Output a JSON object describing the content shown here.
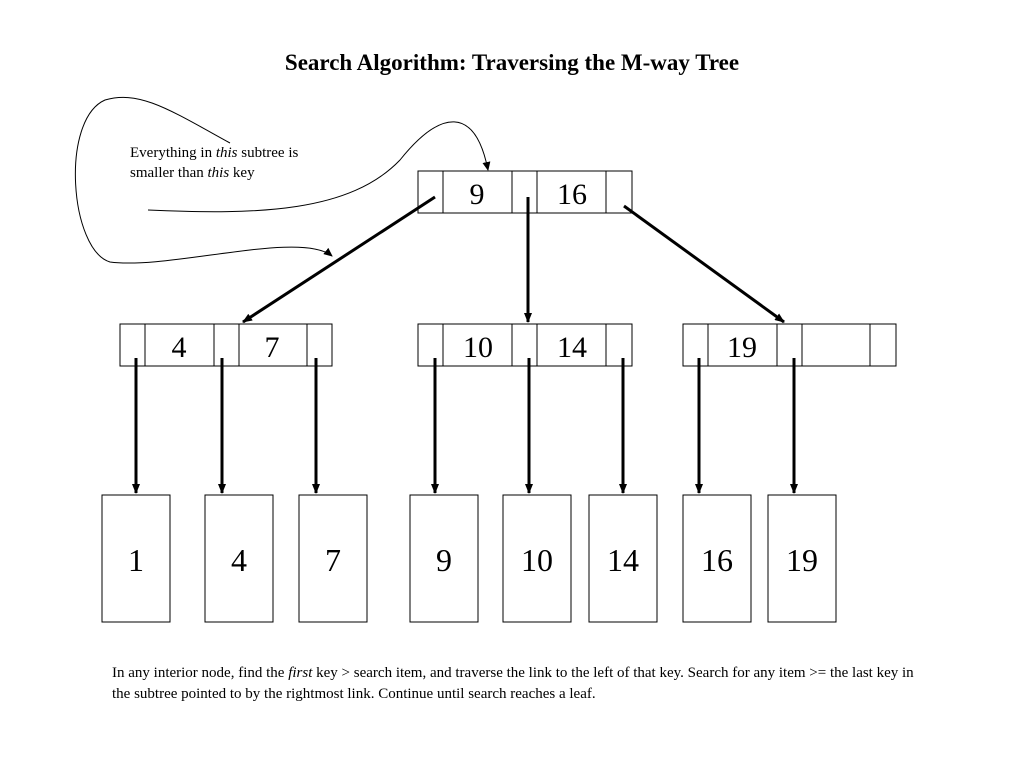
{
  "title": "Search Algorithm: Traversing the M-way Tree",
  "annotation": {
    "part1": "Everything in ",
    "em1": "this",
    "part2": " subtree is smaller than ",
    "em2": "this",
    "part3": " key"
  },
  "root": {
    "keys": [
      "9",
      "16"
    ]
  },
  "interior": [
    {
      "keys": [
        "4",
        "7"
      ]
    },
    {
      "keys": [
        "10",
        "14"
      ]
    },
    {
      "keys": [
        "19",
        ""
      ]
    }
  ],
  "leaves": [
    "1",
    "4",
    "7",
    "9",
    "10",
    "14",
    "16",
    "19"
  ],
  "caption": {
    "part1": "In any interior node, find the ",
    "em": "first",
    "part2": " key > search item, and traverse the link to the left of that key. Search for any item >= the last key in the subtree pointed to by the rightmost link. Continue until search reaches a leaf."
  }
}
